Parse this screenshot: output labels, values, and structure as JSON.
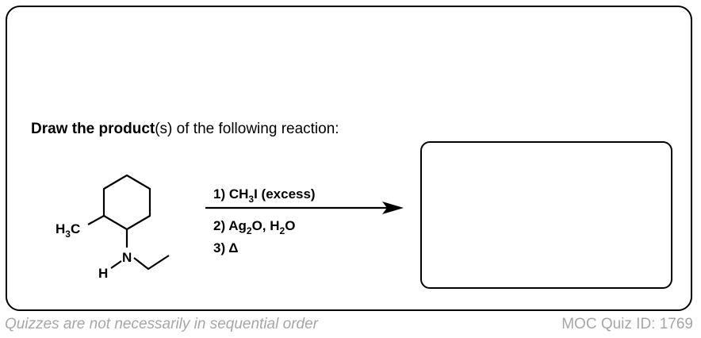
{
  "prompt": {
    "bold_1": "Draw the product",
    "normal_1": "(s)",
    "normal_2": " of the following reaction:"
  },
  "molecule": {
    "methyl_label_main": "H",
    "methyl_label_sub": "3",
    "methyl_label_end": "C",
    "nitrogen_label": "N",
    "nh_hydrogen_label": "H"
  },
  "conditions": {
    "step1_prefix": "1)  CH",
    "step1_sub": "3",
    "step1_suffix": "I (excess)",
    "step2_prefix": "2)  Ag",
    "step2_sub1": "2",
    "step2_mid": "O, H",
    "step2_sub2": "2",
    "step2_suffix": "O",
    "step3": "3)  Δ"
  },
  "footer": {
    "disclaimer": "Quizzes are not necessarily in sequential order",
    "quiz_id": "MOC Quiz ID: 1769"
  }
}
